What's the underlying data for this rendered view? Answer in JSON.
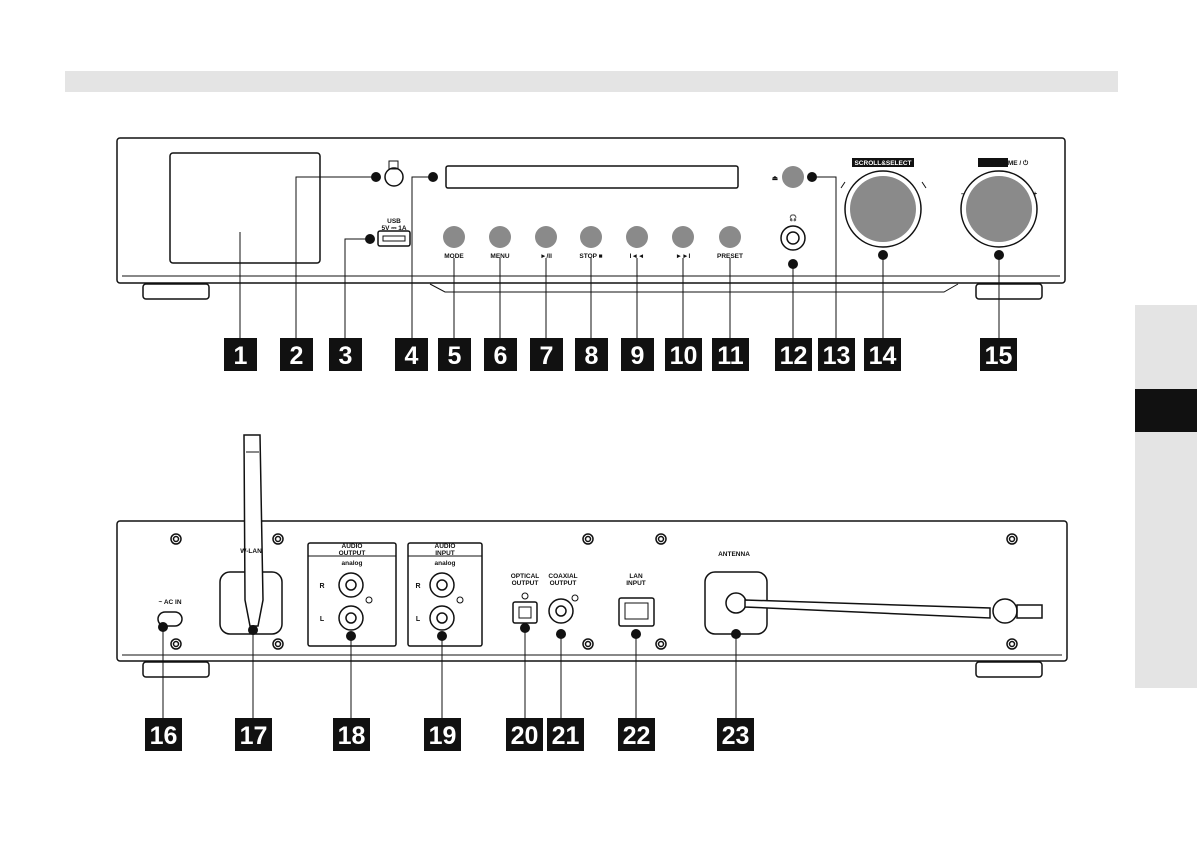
{
  "front": {
    "labels": {
      "usb_top": "USB",
      "usb_bottom": "5V ⎓ 1A",
      "mode": "MODE",
      "menu": "MENU",
      "play_pause": "►/II",
      "stop": "STOP ■",
      "prev": "I◄◄",
      "next": "►►I",
      "preset": "PRESET",
      "scroll_select": "SCROLL&SELECT",
      "volume": "VOLUME / ⏻",
      "vol_minus": "–",
      "vol_plus": "+",
      "eject": "⏏",
      "headphone": "🎧"
    },
    "callouts": [
      "1",
      "2",
      "3",
      "4",
      "5",
      "6",
      "7",
      "8",
      "9",
      "10",
      "11",
      "12",
      "13",
      "14",
      "15"
    ]
  },
  "rear": {
    "labels": {
      "ac_in": "~ AC IN",
      "wlan": "W-LAN",
      "audio_output_1": "AUDIO",
      "audio_output_2": "OUTPUT",
      "audio_input_1": "AUDIO",
      "audio_input_2": "INPUT",
      "analog": "analog",
      "r": "R",
      "l": "L",
      "optical_1": "OPTICAL",
      "optical_2": "OUTPUT",
      "coaxial_1": "COAXIAL",
      "coaxial_2": "OUTPUT",
      "lan_1": "LAN",
      "lan_2": "INPUT",
      "antenna": "ANTENNA"
    },
    "callouts": [
      "16",
      "17",
      "18",
      "19",
      "20",
      "21",
      "22",
      "23"
    ]
  }
}
